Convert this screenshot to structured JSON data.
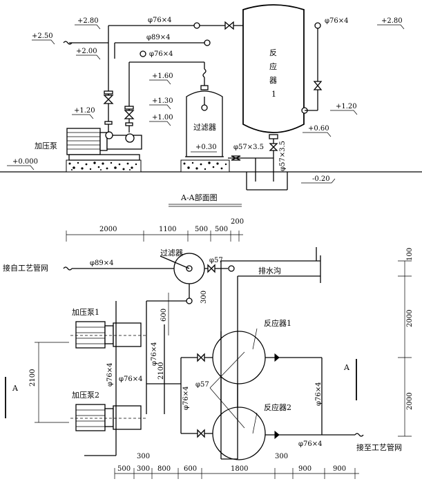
{
  "elevation_section": {
    "elev_labels": [
      "+2.80",
      "+2.50",
      "+2.00",
      "+1.60",
      "+1.30",
      "+1.00",
      "+1.20",
      "+0.000",
      "+0.30",
      "+2.80",
      "+1.20",
      "+0.60",
      "-0.20"
    ],
    "pipe_labels": [
      "φ76×4",
      "φ89×4",
      "φ76×4",
      "φ76×4",
      "φ57×3.5",
      "φ57×3.5"
    ],
    "reactor_label_chars": [
      "反",
      "应",
      "器",
      "1"
    ],
    "filter_label": "过滤器",
    "pump_label": "加压泵"
  },
  "plan_section": {
    "title": "A-A部面图",
    "top_dims": [
      "2000",
      "1100",
      "500",
      "500",
      "200"
    ],
    "filter_label": "过滤器",
    "pipe_labels": [
      "φ89×4",
      "φ57",
      "φ76×4",
      "φ76×4",
      "φ76×4",
      "φ76×4",
      "φ57",
      "φ76×4",
      "φ76×4"
    ],
    "inlet_label": "接自工艺管网",
    "outlet_label": "接至工艺管网",
    "drain_label": "排水沟",
    "pump1_label": "加压泵1",
    "pump2_label": "加压泵2",
    "reactor1_label": "反应器1",
    "reactor2_label": "反应器2",
    "side_dims": [
      "300",
      "600",
      "2100",
      "2100"
    ],
    "right_dims": [
      "100",
      "2000",
      "2000"
    ],
    "section_marks": [
      "A",
      "A"
    ],
    "bottom_dims_upper": [
      "300",
      "300"
    ],
    "bottom_dims": [
      "500",
      "300",
      "800",
      "600",
      "1800",
      "900",
      "900"
    ]
  }
}
